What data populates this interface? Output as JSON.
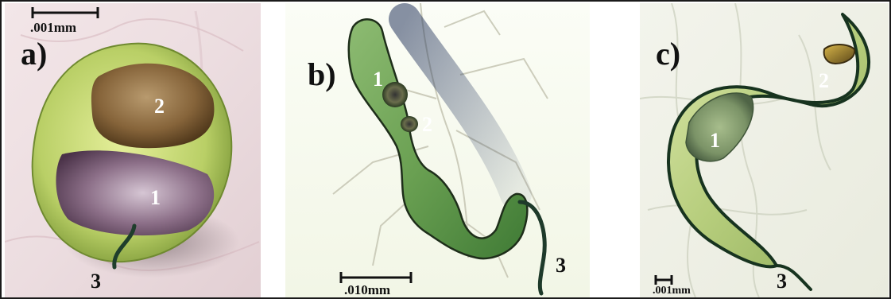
{
  "panels": [
    {
      "label": "a)",
      "scale_label": ".001mm",
      "markers": [
        "1",
        "2",
        "3"
      ]
    },
    {
      "label": "b)",
      "scale_label": ".010mm",
      "markers": [
        "1",
        "2",
        "3"
      ]
    },
    {
      "label": "c)",
      "scale_label": ".001mm",
      "markers": [
        "1",
        "2",
        "3"
      ]
    }
  ],
  "colors": {
    "border": "#1a1a1a",
    "cell_green": "#a9c25a",
    "nucleus_brown": "#7a5a32",
    "nucleus_purple": "#6e5068",
    "outline_dark": "#1e3a2a"
  }
}
